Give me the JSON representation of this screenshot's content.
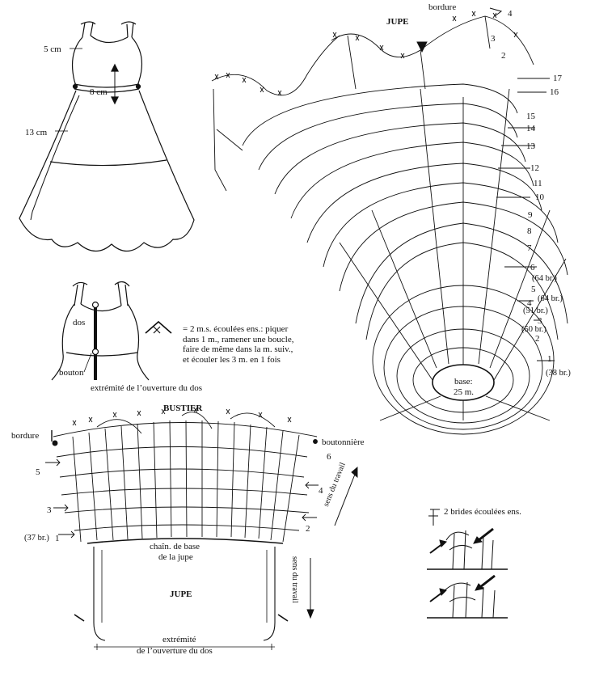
{
  "dress": {
    "dim_top": "5 cm",
    "dim_waist": "8 cm",
    "dim_length": "13 cm"
  },
  "back": {
    "label_dos": "dos",
    "label_bouton": "bouton",
    "caption": "extrémité de l’ouverture du dos"
  },
  "legend_dec": {
    "lines": [
      "= 2 m.s. écoulées ens.: piquer",
      "dans 1 m., ramener une boucle,",
      "faire de même dans la m. suiv.,",
      "et écouler les 3 m. en 1 fois"
    ]
  },
  "legend_brides": "2 brides écoulées ens.",
  "skirt_chart": {
    "title": "JUPE",
    "bordure": "bordure",
    "rows_right": [
      "17",
      "16",
      "15",
      "14",
      "13",
      "12",
      "11",
      "10",
      "9",
      "8",
      "7",
      "6",
      "5",
      "4",
      "3",
      "2",
      "1"
    ],
    "row4_top": "4",
    "row3_top": "3",
    "row2_top": "2",
    "counts": [
      "(64 br.)",
      "(64 br.)",
      "(51 br.)",
      "(50 br.)",
      "(38 br.)"
    ],
    "base_line1": "base:",
    "base_line2": "25 m."
  },
  "bustier_chart": {
    "title": "BUSTIER",
    "bordure": "bordure",
    "boutonniere": "boutonnière",
    "rows_left": [
      "5",
      "3",
      "1"
    ],
    "rows_right": [
      "6",
      "4",
      "2"
    ],
    "count": "(37 br.)",
    "sens_travail_up": "sens du travail",
    "chain_base_1": "chaîn. de base",
    "chain_base_2": "de la jupe",
    "jupe_label": "JUPE",
    "sens_travail_down": "sens du travail",
    "bottom_1": "extrémité",
    "bottom_2": "de l’ouverture du dos"
  }
}
